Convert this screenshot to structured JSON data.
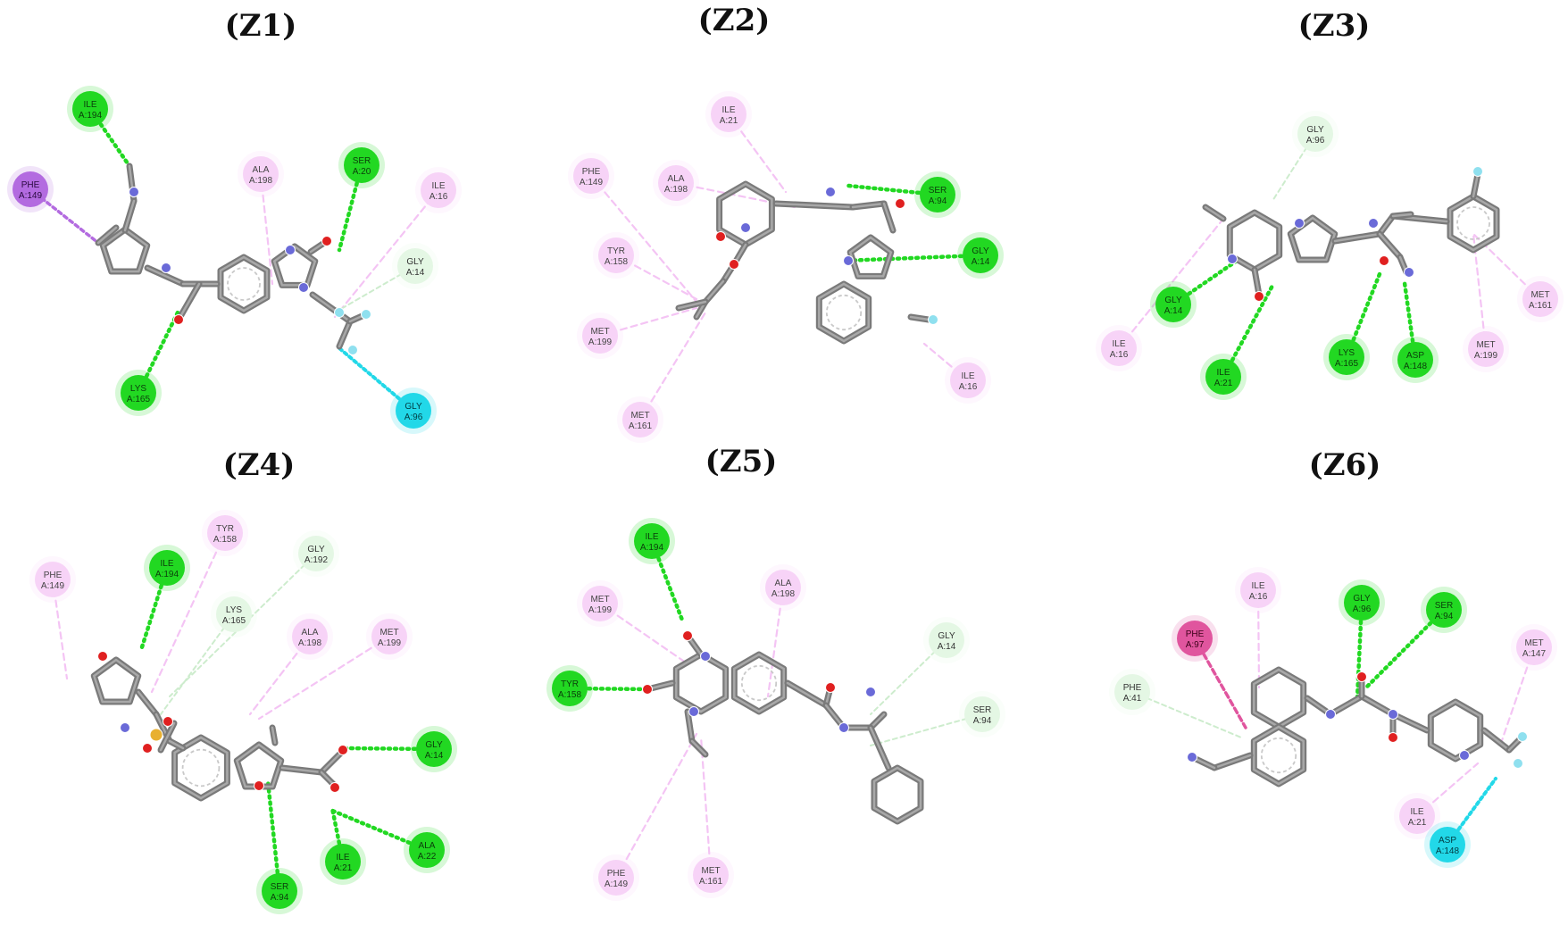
{
  "colors": {
    "conventional_hbond": "#22d822",
    "carbon_hbond": "#e4f7e4",
    "pi_alkyl": "#f4c4f4",
    "pi_sigma": "#b36be0",
    "pi_pi": "#e0559e",
    "halogen": "#22d8e8",
    "bond": "#7a7a7a",
    "oxygen": "#e02020",
    "nitrogen": "#6a6ad8",
    "fluorine": "#8fe0ef",
    "sulfur": "#e8b030"
  },
  "panels": [
    {
      "id": "Z1",
      "title": "(Z1)",
      "residues": [
        {
          "name": "ILE",
          "chain": "A:194",
          "type": "conventional_hbond"
        },
        {
          "name": "PHE",
          "chain": "A:149",
          "type": "pi_sigma"
        },
        {
          "name": "ALA",
          "chain": "A:198",
          "type": "pi_alkyl"
        },
        {
          "name": "SER",
          "chain": "A:20",
          "type": "conventional_hbond"
        },
        {
          "name": "ILE",
          "chain": "A:16",
          "type": "pi_alkyl"
        },
        {
          "name": "GLY",
          "chain": "A:14",
          "type": "carbon_hbond"
        },
        {
          "name": "LYS",
          "chain": "A:165",
          "type": "conventional_hbond"
        },
        {
          "name": "GLY",
          "chain": "A:96",
          "type": "halogen"
        }
      ]
    },
    {
      "id": "Z2",
      "title": "(Z2)",
      "residues": [
        {
          "name": "ILE",
          "chain": "A:21",
          "type": "pi_alkyl"
        },
        {
          "name": "PHE",
          "chain": "A:149",
          "type": "pi_alkyl"
        },
        {
          "name": "ALA",
          "chain": "A:198",
          "type": "pi_alkyl"
        },
        {
          "name": "SER",
          "chain": "A:94",
          "type": "conventional_hbond"
        },
        {
          "name": "TYR",
          "chain": "A:158",
          "type": "pi_alkyl"
        },
        {
          "name": "GLY",
          "chain": "A:14",
          "type": "conventional_hbond"
        },
        {
          "name": "MET",
          "chain": "A:199",
          "type": "pi_alkyl"
        },
        {
          "name": "MET",
          "chain": "A:161",
          "type": "pi_alkyl"
        },
        {
          "name": "ILE",
          "chain": "A:16",
          "type": "pi_alkyl"
        }
      ]
    },
    {
      "id": "Z3",
      "title": "(Z3)",
      "residues": [
        {
          "name": "GLY",
          "chain": "A:96",
          "type": "carbon_hbond"
        },
        {
          "name": "GLY",
          "chain": "A:14",
          "type": "conventional_hbond"
        },
        {
          "name": "ILE",
          "chain": "A:16",
          "type": "pi_alkyl"
        },
        {
          "name": "ILE",
          "chain": "A:21",
          "type": "conventional_hbond"
        },
        {
          "name": "LYS",
          "chain": "A:165",
          "type": "conventional_hbond"
        },
        {
          "name": "ASP",
          "chain": "A:148",
          "type": "conventional_hbond"
        },
        {
          "name": "MET",
          "chain": "A:161",
          "type": "pi_alkyl"
        },
        {
          "name": "MET",
          "chain": "A:199",
          "type": "pi_alkyl"
        }
      ]
    },
    {
      "id": "Z4",
      "title": "(Z4)",
      "residues": [
        {
          "name": "PHE",
          "chain": "A:149",
          "type": "pi_alkyl"
        },
        {
          "name": "TYR",
          "chain": "A:158",
          "type": "pi_alkyl"
        },
        {
          "name": "GLY",
          "chain": "A:192",
          "type": "carbon_hbond"
        },
        {
          "name": "ILE",
          "chain": "A:194",
          "type": "conventional_hbond"
        },
        {
          "name": "LYS",
          "chain": "A:165",
          "type": "carbon_hbond"
        },
        {
          "name": "ALA",
          "chain": "A:198",
          "type": "pi_alkyl"
        },
        {
          "name": "MET",
          "chain": "A:199",
          "type": "pi_alkyl"
        },
        {
          "name": "GLY",
          "chain": "A:14",
          "type": "conventional_hbond"
        },
        {
          "name": "ALA",
          "chain": "A:22",
          "type": "conventional_hbond"
        },
        {
          "name": "ILE",
          "chain": "A:21",
          "type": "conventional_hbond"
        },
        {
          "name": "SER",
          "chain": "A:94",
          "type": "conventional_hbond"
        }
      ]
    },
    {
      "id": "Z5",
      "title": "(Z5)",
      "residues": [
        {
          "name": "ILE",
          "chain": "A:194",
          "type": "conventional_hbond"
        },
        {
          "name": "MET",
          "chain": "A:199",
          "type": "pi_alkyl"
        },
        {
          "name": "ALA",
          "chain": "A:198",
          "type": "pi_alkyl"
        },
        {
          "name": "GLY",
          "chain": "A:14",
          "type": "carbon_hbond"
        },
        {
          "name": "TYR",
          "chain": "A:158",
          "type": "conventional_hbond"
        },
        {
          "name": "SER",
          "chain": "A:94",
          "type": "carbon_hbond"
        },
        {
          "name": "PHE",
          "chain": "A:149",
          "type": "pi_alkyl"
        },
        {
          "name": "MET",
          "chain": "A:161",
          "type": "pi_alkyl"
        }
      ]
    },
    {
      "id": "Z6",
      "title": "(Z6)",
      "residues": [
        {
          "name": "ILE",
          "chain": "A:16",
          "type": "pi_alkyl"
        },
        {
          "name": "GLY",
          "chain": "A:96",
          "type": "conventional_hbond"
        },
        {
          "name": "SER",
          "chain": "A:94",
          "type": "conventional_hbond"
        },
        {
          "name": "PHE",
          "chain": "A:97",
          "type": "pi_pi"
        },
        {
          "name": "MET",
          "chain": "A:147",
          "type": "pi_alkyl"
        },
        {
          "name": "PHE",
          "chain": "A:41",
          "type": "carbon_hbond"
        },
        {
          "name": "ILE",
          "chain": "A:21",
          "type": "pi_alkyl"
        },
        {
          "name": "ASP",
          "chain": "A:148",
          "type": "halogen"
        }
      ]
    }
  ]
}
